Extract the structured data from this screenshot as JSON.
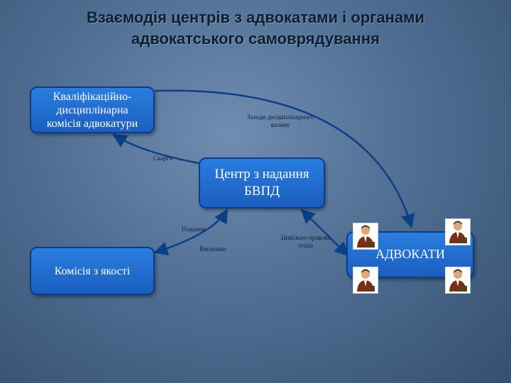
{
  "title": {
    "line1": "Взаємодія центрів з адвокатами і органами",
    "line2": "адвокатського самоврядування"
  },
  "nodes": {
    "kdka": {
      "line1": "Кваліфікаційно-",
      "line2": "дисциплінарна",
      "line3": "комісія адвокатури"
    },
    "center": {
      "line1": "Центр з надання",
      "line2": "БВПД"
    },
    "quality": {
      "label": "Комісія з якості"
    },
    "lawyers": {
      "label": "АДВОКАТИ"
    }
  },
  "edges": {
    "disciplinary": {
      "line1": "Заходи дисциплінарного",
      "line2": "впливу"
    },
    "complaints": "Скарги",
    "submissions": "Подання",
    "conclusions": "Висновки",
    "contract": {
      "line1": "Цивільно-правова",
      "line2": "угода"
    }
  },
  "colors": {
    "node_fill": "#1f6fd6",
    "node_border": "#0d3d8a",
    "arrow": "#0b3f86",
    "background": "#4f6f93"
  },
  "icons": [
    "lawyer-icon",
    "lawyer-icon",
    "lawyer-icon",
    "lawyer-icon"
  ]
}
